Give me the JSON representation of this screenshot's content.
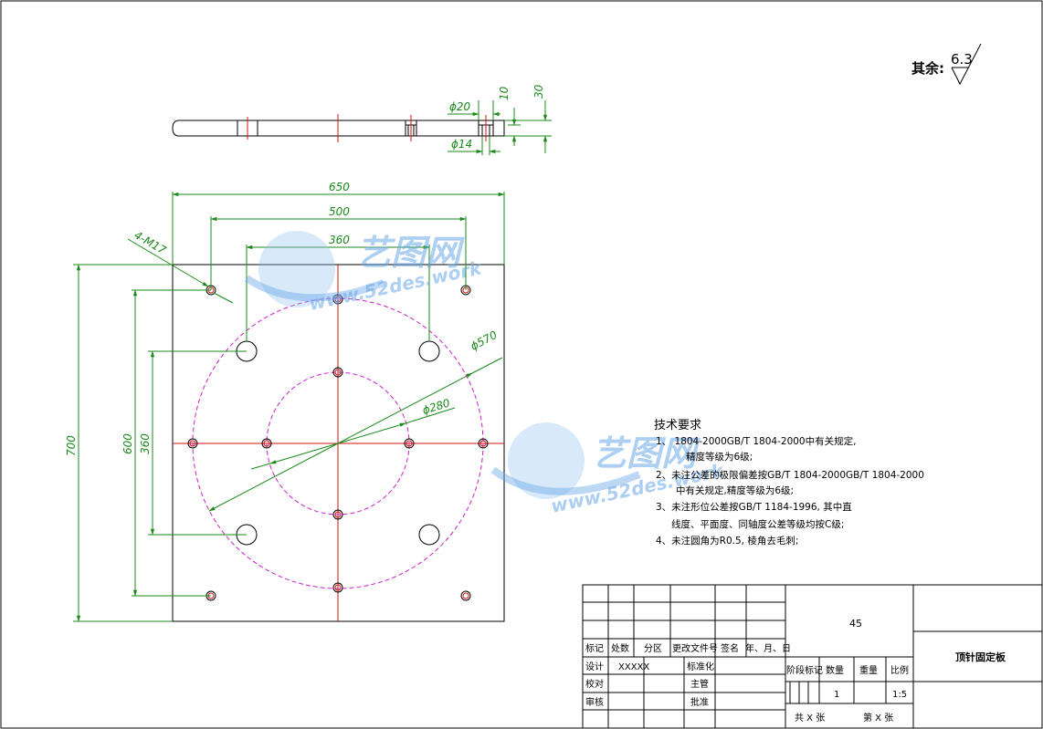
{
  "roughness": {
    "label": "其余:",
    "value": "6.3"
  },
  "dimensions": {
    "d20": "ϕ20",
    "d14": "ϕ14",
    "h10": "10",
    "h30": "30",
    "w650": "650",
    "w500": "500",
    "w360": "360",
    "h700": "700",
    "h600": "600",
    "h360": "360",
    "holes": "4-M17",
    "d570": "ϕ570",
    "d280": "ϕ280"
  },
  "watermark": {
    "brand": "艺图网",
    "url": "www.52des.work"
  },
  "tech_requirements": {
    "title": "技术要求",
    "items": [
      "1、 1804-2000GB/T 1804-2000中有关规定,",
      "精度等级为6级;",
      "2、未注公差的极限偏差按GB/T 1804-2000GB/T 1804-2000",
      "中有关规定,精度等级为6级;",
      "3、未注形位公差按GB/T 1184-1996, 其中直",
      "线度、平面度、同轴度公差等级均按C级;",
      "4、未注圆角为R0.5, 棱角去毛刺;"
    ]
  },
  "title_block": {
    "material": "45",
    "part_name": "顶针固定板",
    "headers": [
      "标记",
      "处数",
      "分区",
      "更改文件号",
      "签名",
      "年、月、日"
    ],
    "design": "设计",
    "design_value": "XXXXX",
    "standardize": "标准化",
    "check": "校对",
    "supervise": "主管",
    "review": "审核",
    "approve": "批准",
    "stage_mark": "阶段标记",
    "quantity": "数量",
    "weight": "重量",
    "scale": "比例",
    "quantity_value": "1",
    "scale_value": "1:5",
    "total_sheets": "共 X 张",
    "sheet_no": "第 X 张"
  }
}
